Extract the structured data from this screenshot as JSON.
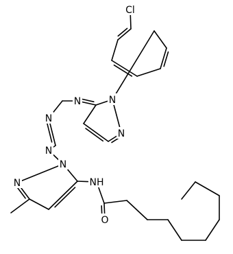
{
  "colors": {
    "bond": "#000000",
    "label": "#000000",
    "background": "#ffffff"
  },
  "atoms": [
    {
      "id": "cl",
      "label": "Cl"
    },
    {
      "id": "n1",
      "label": "N"
    },
    {
      "id": "n7",
      "label": "N"
    },
    {
      "id": "n5",
      "label": "N"
    },
    {
      "id": "n3",
      "label": "N"
    },
    {
      "id": "n2",
      "label": "N"
    },
    {
      "id": "np1",
      "label": "N"
    },
    {
      "id": "np2",
      "label": "N"
    },
    {
      "id": "nh",
      "label": "NH"
    },
    {
      "id": "o",
      "label": "O"
    }
  ],
  "bonds": [
    {
      "id": "clph-1",
      "order": 1
    },
    {
      "id": "ph-a",
      "order": 2
    },
    {
      "id": "ph-b",
      "order": 1
    },
    {
      "id": "ph-c",
      "order": 2
    },
    {
      "id": "ph-d",
      "order": 1
    },
    {
      "id": "ph-e",
      "order": 2
    },
    {
      "id": "ph-f",
      "order": 1
    },
    {
      "id": "ph-n1",
      "order": 1
    },
    {
      "id": "pz-1",
      "order": 1
    },
    {
      "id": "pz-2",
      "order": 1
    },
    {
      "id": "pz-3",
      "order": 2
    },
    {
      "id": "pz-4",
      "order": 2
    },
    {
      "id": "pz-5",
      "order": 1
    },
    {
      "id": "pm-1",
      "order": 2
    },
    {
      "id": "pm-2",
      "order": 1
    },
    {
      "id": "pm-3",
      "order": 1
    },
    {
      "id": "pm-4",
      "order": 2
    },
    {
      "id": "pm-5",
      "order": 1
    },
    {
      "id": "c4-np1",
      "order": 1
    },
    {
      "id": "pr-1",
      "order": 1
    },
    {
      "id": "pr-2",
      "order": 2
    },
    {
      "id": "pr-3",
      "order": 1
    },
    {
      "id": "pr-4",
      "order": 2
    },
    {
      "id": "pr-5",
      "order": 1
    },
    {
      "id": "methyl",
      "order": 1
    },
    {
      "id": "c-nh",
      "order": 1
    },
    {
      "id": "nh-co",
      "order": 1
    },
    {
      "id": "co",
      "order": 2
    },
    {
      "id": "chain-1",
      "order": 1
    },
    {
      "id": "chain-2",
      "order": 1
    },
    {
      "id": "chain-3",
      "order": 1
    },
    {
      "id": "cy-1",
      "order": 1
    },
    {
      "id": "cy-2",
      "order": 1
    },
    {
      "id": "cy-3",
      "order": 1
    },
    {
      "id": "cy-4",
      "order": 1
    },
    {
      "id": "cy-5",
      "order": 1
    },
    {
      "id": "cy-6",
      "order": 1
    }
  ]
}
